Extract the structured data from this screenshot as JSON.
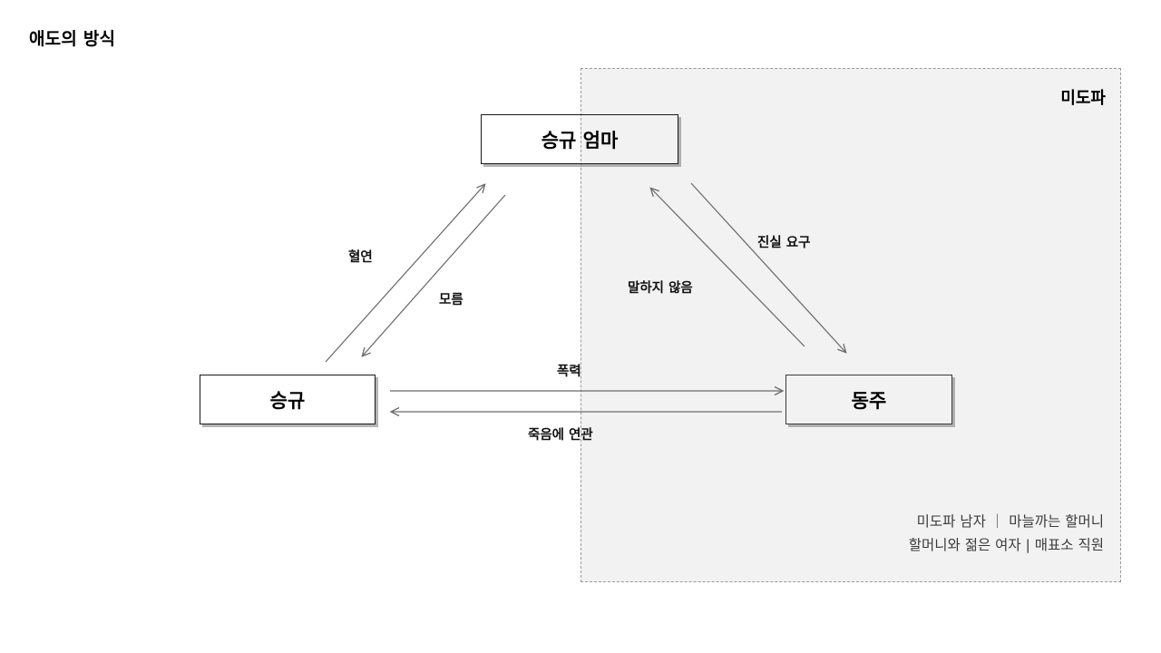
{
  "page": {
    "title": "애도의 방식"
  },
  "group": {
    "label": "미도파",
    "legend": [
      "미도파 남자 ｜ 마늘까는 할머니",
      "할머니와 젊은 여자 | 매표소 직원"
    ]
  },
  "nodes": [
    {
      "id": "mother",
      "label": "승규 엄마"
    },
    {
      "id": "seunggyu",
      "label": "승규"
    },
    {
      "id": "dongju",
      "label": "동주"
    }
  ],
  "edges": [
    {
      "id": "hyeolyeon",
      "label": "혈연",
      "from": "승규",
      "to": "승규 엄마",
      "direction": "up-right"
    },
    {
      "id": "moreum",
      "label": "모름",
      "from": "승규 엄마",
      "to": "승규",
      "direction": "down-left"
    },
    {
      "id": "jinsil",
      "label": "진실 요구",
      "from": "동주",
      "to": "승규 엄마",
      "direction": "up-left"
    },
    {
      "id": "malhaji",
      "label": "말하지 않음",
      "from": "승규 엄마",
      "to": "동주",
      "direction": "down-right"
    },
    {
      "id": "pokryeok",
      "label": "폭력",
      "from": "승규",
      "to": "동주",
      "direction": "right"
    },
    {
      "id": "jugeum",
      "label": "죽음에 연관",
      "from": "동주",
      "to": "승규",
      "direction": "left"
    }
  ],
  "colors": {
    "group_fill": "#f2f2f2",
    "group_border": "#9a9a9a",
    "node_border": "#1a1a1a",
    "edge_line": "#6b6b6b",
    "text": "#000000"
  }
}
